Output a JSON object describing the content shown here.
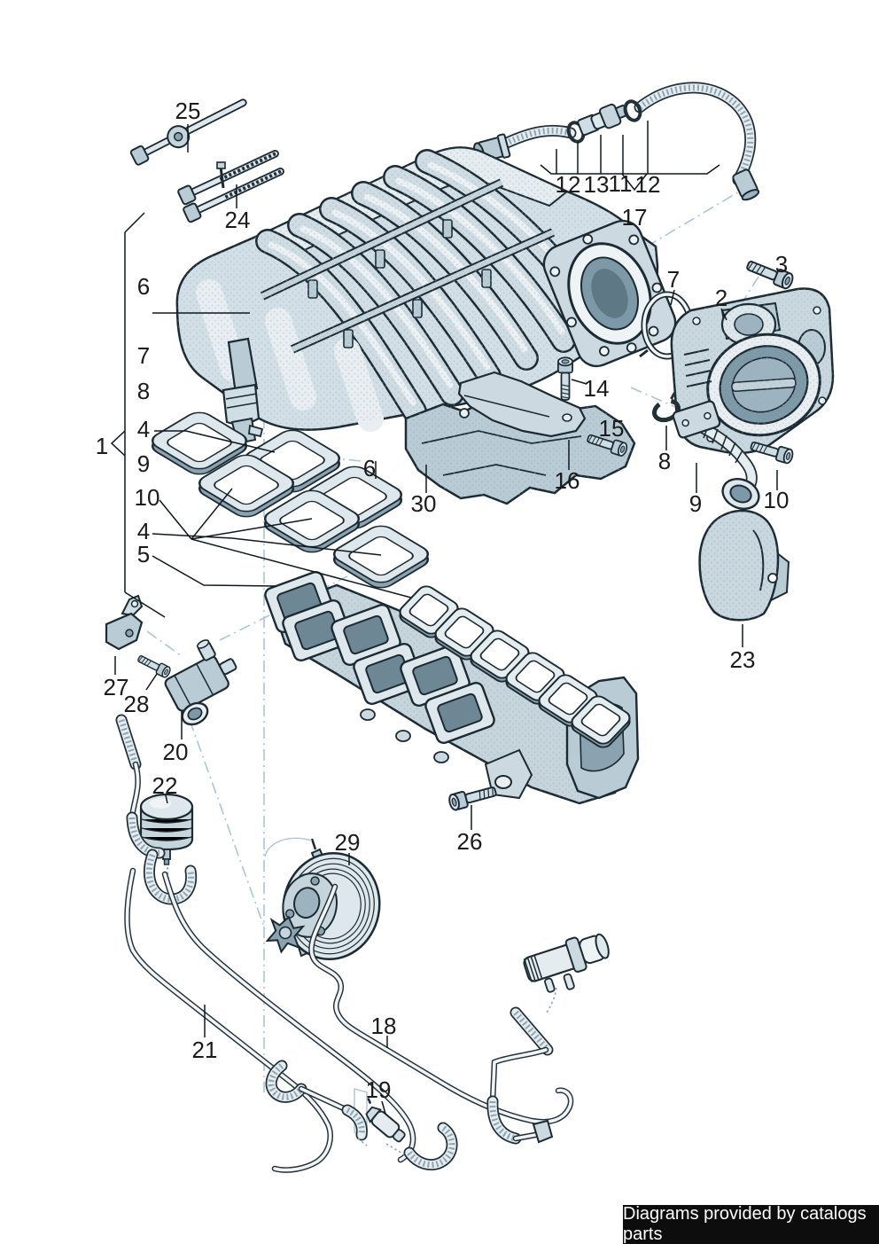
{
  "footer": {
    "text": "Diagrams provided by catalogs parts"
  },
  "palette": {
    "background": "#ffffff",
    "outline": "#1c2b33",
    "fill_light": "#e2eaef",
    "fill_mid": "#c6d4dc",
    "fill_dark": "#8ba3b0",
    "hole": "#6d8894",
    "guide_line": "#a8c6d8",
    "leader_line": "#101820",
    "label_text": "#1b1b1b",
    "footer_bg": "#0d0d0d",
    "footer_text": "#ffffff"
  },
  "labels": [
    {
      "text": "25"
    },
    {
      "text": "24"
    },
    {
      "text": "12"
    },
    {
      "text": "13"
    },
    {
      "text": "11"
    },
    {
      "text": "12"
    },
    {
      "text": "17"
    },
    {
      "text": "3"
    },
    {
      "text": "2"
    },
    {
      "text": "7"
    },
    {
      "text": "14"
    },
    {
      "text": "15"
    },
    {
      "text": "16"
    },
    {
      "text": "30"
    },
    {
      "text": "6"
    },
    {
      "text": "7"
    },
    {
      "text": "8"
    },
    {
      "text": "4"
    },
    {
      "text": "9"
    },
    {
      "text": "10"
    },
    {
      "text": "4"
    },
    {
      "text": "5"
    },
    {
      "text": "1"
    },
    {
      "text": "6"
    },
    {
      "text": "8"
    },
    {
      "text": "9"
    },
    {
      "text": "10"
    },
    {
      "text": "23"
    },
    {
      "text": "27"
    },
    {
      "text": "28"
    },
    {
      "text": "20"
    },
    {
      "text": "22"
    },
    {
      "text": "29"
    },
    {
      "text": "26"
    },
    {
      "text": "21"
    },
    {
      "text": "18"
    },
    {
      "text": "19"
    }
  ]
}
